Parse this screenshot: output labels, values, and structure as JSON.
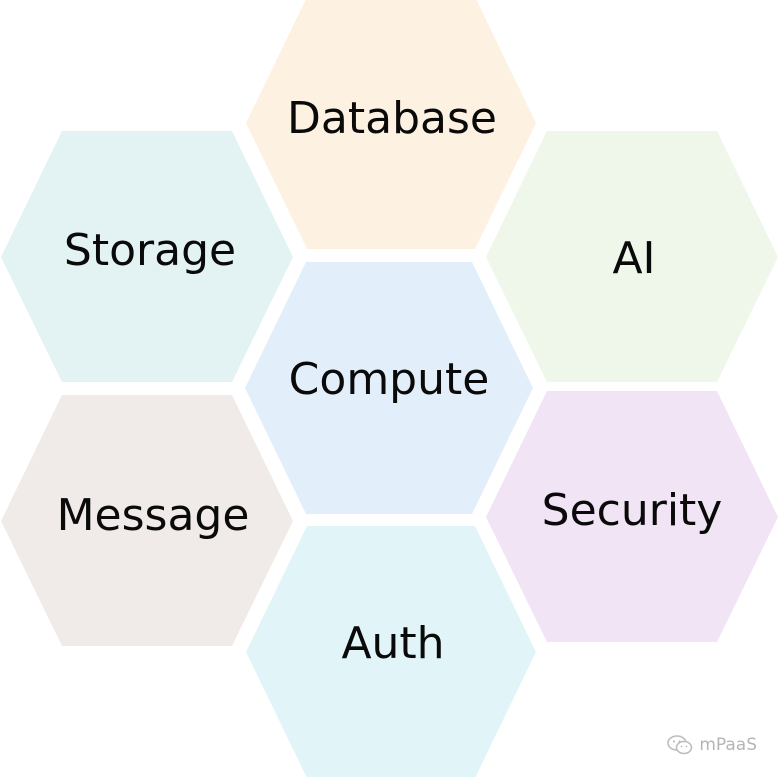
{
  "hexagons": [
    {
      "id": "database",
      "label": "Database",
      "color": "#fdf1e2"
    },
    {
      "id": "storage",
      "label": "Storage",
      "color": "#e3f2f3"
    },
    {
      "id": "ai",
      "label": "AI",
      "color": "#eef7ea"
    },
    {
      "id": "compute",
      "label": "Compute",
      "color": "#e2effa"
    },
    {
      "id": "message",
      "label": "Message",
      "color": "#f0ebe8"
    },
    {
      "id": "security",
      "label": "Security",
      "color": "#f1e4f4"
    },
    {
      "id": "auth",
      "label": "Auth",
      "color": "#e1f5f8"
    }
  ],
  "watermark": {
    "text": "mPaaS",
    "icon": "wechat-icon"
  }
}
